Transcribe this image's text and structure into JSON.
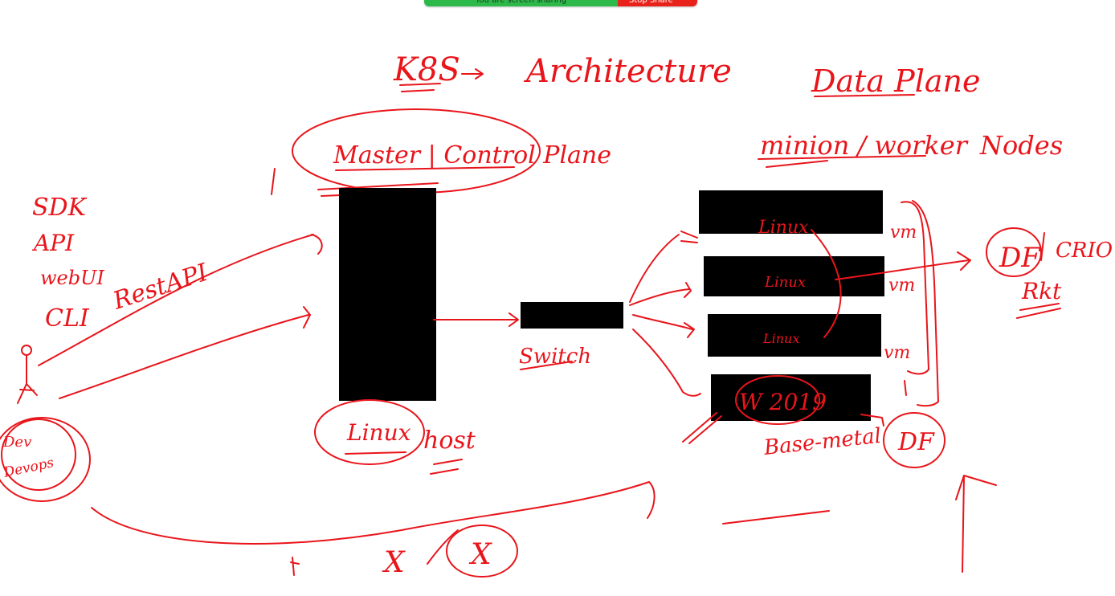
{
  "share_banner": {
    "status_text": "You are screen sharing",
    "stop_label": "Stop Share"
  },
  "ink_color": "#e8151b",
  "diagram": {
    "title": {
      "k8s": "K8S",
      "arrow": "→",
      "architecture": "Architecture"
    },
    "control_plane": {
      "label": "Master | Control Plane",
      "os_label": "Linux",
      "host_label": "host"
    },
    "clients": {
      "sdk": "SDK",
      "api": "API",
      "webui": "webUI",
      "cli": "CLI",
      "rest_api": "RestAPI",
      "user_label": "Dev",
      "user_sub": "Devops"
    },
    "network": {
      "switch_label": "Switch"
    },
    "data_plane": {
      "title": "Data Plane",
      "workers_label": "minion / worker",
      "nodes_label": "Nodes",
      "node_labels": [
        "Linux",
        "Linux",
        "Linux",
        "W 2019"
      ],
      "vm_labels": [
        "vm",
        "vm",
        "vm"
      ],
      "base_metal_label": "Base-metal",
      "df_label": "DF"
    },
    "runtimes": {
      "df": "DF",
      "crio": "CRIO",
      "rkt": "Rkt"
    },
    "misc": {
      "x1": "X",
      "x2": "X"
    }
  }
}
